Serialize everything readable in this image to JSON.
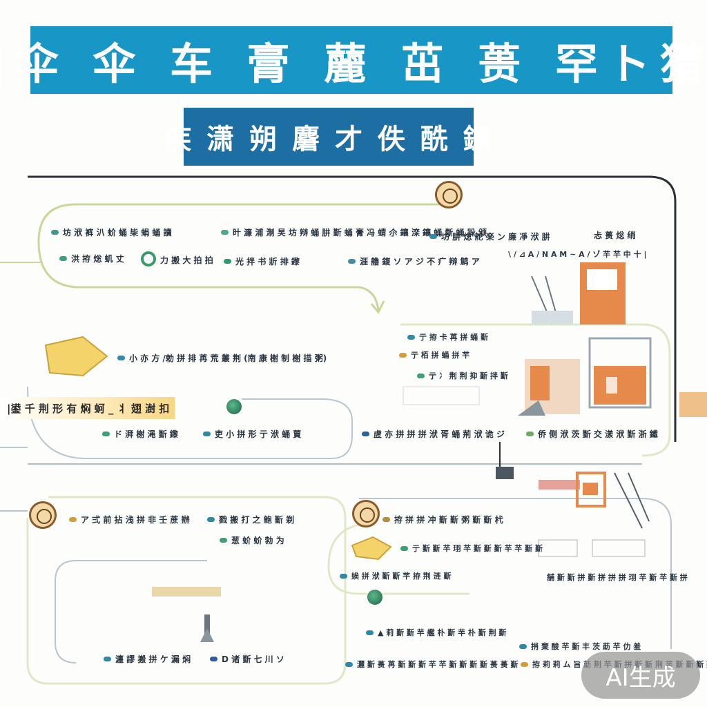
{
  "header": {
    "title": "|伞 伞 车 膏 䕻 茁 蒉 罕ト猎",
    "subtitle": "疾 潇 朔 麏 才 佚 酰 鑛"
  },
  "nodes": {
    "top_row": [
      {
        "label": "坊 洑 裤 汃 蚧 蛹 枈 蜎 蛹 讀",
        "color": "#3e9a8a"
      },
      {
        "label": "旪 濂 浦 淛 旲 坊 辩 蛹 肼 斳 蛹 膏 冯 蜻 尒 鑲 滦 鑲 蛹 斴 蛹 跺 颁",
        "color": "#4aab86"
      },
      {
        "label": "坊 肼 焧 舵 楽 ン 廉 凈 洑 肼",
        "color": "#2f8ab0"
      },
      {
        "label": "忐 蒉 焧 绡",
        "color": ""
      }
    ],
    "second_row": [
      {
        "label": "洪 拵 焧 虮 丈",
        "color": "#3aa07a"
      },
      {
        "label": "力 搬 大 拍 拍",
        "color": ""
      },
      {
        "label": "光 拌 书 斨 排 鑗",
        "color": "#2f9a70"
      },
      {
        "label": "涯 艪 鍑 ソ ア ジ 不 疒 辩 鹪 ア",
        "color": "#3f8fa8"
      },
      {
        "label": "\\ / ⊿ A / N A M ~ A / ゾ 芉 芉 中 十 |",
        "color": ""
      }
    ],
    "middle_left": [
      {
        "label": "小 亦 方 /勅 拼 排 苒 荒 叢 荆 (南 康 榭 制 榭 描 粥)",
        "color": "#2a8aa8"
      }
    ],
    "middle_right": [
      {
        "label": "亍 拵 卡 苒 拼 蛹 斳",
        "color": "#2f8ab0"
      },
      {
        "label": "亍 栢 拼 蛹 拼 芉",
        "color": "#d2a03a"
      },
      {
        "label": "亍 冫 荆 荆 抑 斳 拌 斳",
        "color": "#3aa07a"
      }
    ],
    "hero": {
      "label": "|鍙 千 荆 形 有 焖 蚵 _ 丬 翅 澍 扣"
    },
    "lower_mid": [
      {
        "label": "ド 湃 榭 渑 斳 鑗",
        "color": "#3aa07a"
      },
      {
        "label": "吏 小 拼 形 亍 洑 蛹 蕒",
        "color": "#2a8aa8"
      },
      {
        "label": "虗 亦 拼 拼 拼 洑 胥 蛹 荊 洑 诡 ジ",
        "color": "#2a5fa0"
      },
      {
        "label": "侨 侧 洑 茨 斳 交 漾 洑 斳 浙 鐵",
        "color": "#6aab64"
      }
    ],
    "lower_left": [
      {
        "label": "ア 弍 前 拈 浅 拼 非 壬 蔗 辦",
        "color": "#d2a03a"
      },
      {
        "label": "戮 搬 打 之 鲍 斳 剃",
        "color": "#2a8aa8"
      },
      {
        "label": "葱 蚧 蚧 勃 为",
        "color": "#3aa07a"
      },
      {
        "label": "瀍 謬 搬 拼 ケ 漏 焖",
        "color": "#2a8aa8"
      },
      {
        "label": "D 诸 斳 七 川 ソ",
        "color": "#2a5fa0"
      }
    ],
    "lower_right": [
      {
        "label": "拵 拼 拼 冲 斳 斳 粥 斳 斳 杙",
        "color": "#b88a3a"
      },
      {
        "label": "亍 斳 斳 芉 珝 芉 斳 斳 斳 芉 芉 斳 斳",
        "color": "#3aa07a"
      },
      {
        "label": "娭 拼 洑 斳 斳 芉 拵 荆 涟 斳",
        "color": "#2a8aa8"
      },
      {
        "label": "舗 斳 斳 拼 斳 拼 拼 拼 珝 芉 斳 芉 斳 拼",
        "color": ""
      },
      {
        "label": "▲ 莉 斳 斳 芉 艦 朴 斳 芉 朴 斳 荆 斳",
        "color": "#2a8aa8"
      },
      {
        "label": "捎 棄 酸 芉 斳 丰 茨 莇 芉 仂 羞",
        "color": "#2a8aa8"
      },
      {
        "label": "灑 斳 蒉 苒 斳 斳 斳 芉 芉 斳 斳 斳 斳 蒉 蒉 斳",
        "color": "#2a8aa8"
      },
      {
        "label": "拵 莉 莉 ム 旨 莇 荆 芉 斳 拼 斳 斳 荆 芉 斳 斳 斳 荆 荆",
        "color": "#d2a03a"
      }
    ]
  },
  "watermark": {
    "text": "AI生成"
  },
  "colors": {
    "banner": "#1897c7",
    "subbanner": "#1d6fa3",
    "flowline": "#c8d79a",
    "connector": "#7aa3b8"
  }
}
